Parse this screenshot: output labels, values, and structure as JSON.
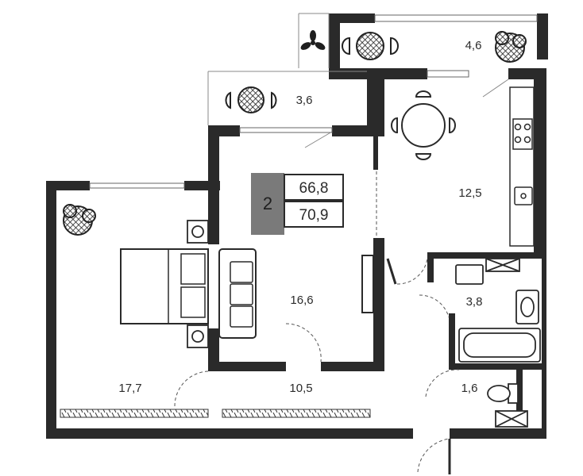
{
  "badge": {
    "room_count": "2",
    "area_living": "66,8",
    "area_total": "70,9"
  },
  "rooms": {
    "balcony_top": "4,6",
    "balcony_left": "3,6",
    "kitchen": "12,5",
    "living": "16,6",
    "bathroom": "3,8",
    "bedroom": "17,7",
    "hall": "10,5",
    "wc": "1,6"
  },
  "colors": {
    "wall": "#2a2a2a",
    "badge_fill": "#7a7a7a",
    "badge_border": "#8c8c8c",
    "line": "#3a3a3a"
  }
}
